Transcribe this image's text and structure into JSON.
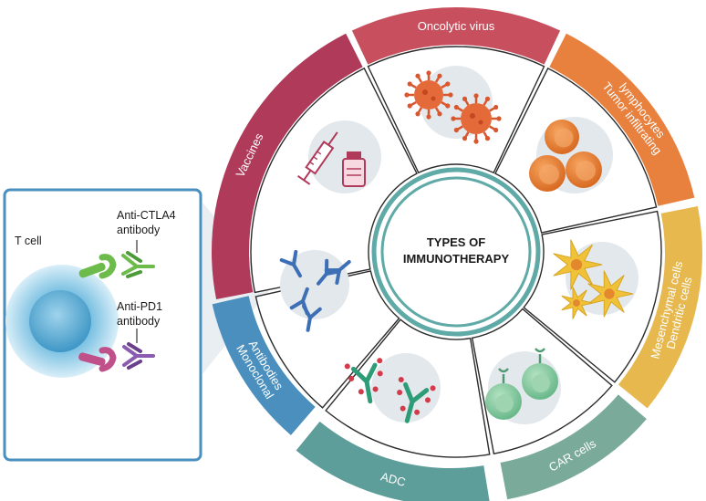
{
  "center": {
    "line1": "TYPES OF",
    "line2": "IMMUNOTHERAPY"
  },
  "segments": [
    {
      "id": "oncolytic-virus",
      "lines": [
        "Oncolytic virus"
      ],
      "color": "#c8505e"
    },
    {
      "id": "tumor-infiltrating-lymphocytes",
      "lines": [
        "Tumor infiltrating",
        "lymphocytes"
      ],
      "color": "#e8803e"
    },
    {
      "id": "dendritic-mesenchymal-cells",
      "lines": [
        "Dendritic cells",
        "Mesenchymal cells"
      ],
      "color": "#e6b84e"
    },
    {
      "id": "car-cells",
      "lines": [
        "CAR cells"
      ],
      "color": "#79aa9a"
    },
    {
      "id": "adc",
      "lines": [
        "ADC"
      ],
      "color": "#5e9e9a"
    },
    {
      "id": "monoclonal-antibodies",
      "lines": [
        "Monoclonal",
        "Antibodies"
      ],
      "color": "#4a8fbe"
    },
    {
      "id": "vaccines",
      "lines": [
        "Vaccines"
      ],
      "color": "#b03a5a"
    }
  ],
  "inset": {
    "cell_label": "T cell",
    "ctla4_label": [
      "Anti-CTLA4",
      "antibody"
    ],
    "pd1_label": [
      "Anti-PD1",
      "antibody"
    ],
    "border_color": "#4a8fbe"
  },
  "icons": {
    "oncolytic-virus": "virus-icon",
    "tumor-infiltrating-lymphocytes": "lymphocyte-icon",
    "dendritic-mesenchymal-cells": "dendritic-cell-icon",
    "car-cells": "car-t-cell-icon",
    "adc": "antibody-drug-conjugate-icon",
    "monoclonal-antibodies": "antibody-icon",
    "vaccines": "syringe-vial-icon"
  }
}
